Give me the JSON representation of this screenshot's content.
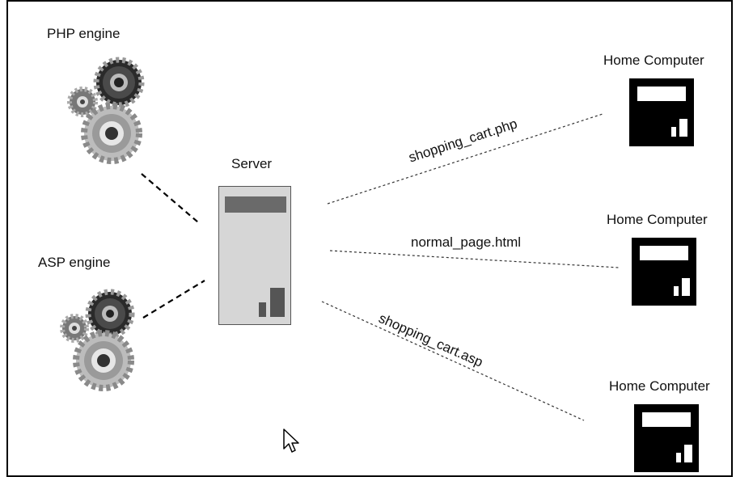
{
  "engines": {
    "php_label": "PHP engine",
    "asp_label": "ASP engine"
  },
  "server": {
    "label": "Server"
  },
  "computers": [
    {
      "label": "Home Computer"
    },
    {
      "label": "Home Computer"
    },
    {
      "label": "Home Computer"
    }
  ],
  "links": {
    "php_file": "shopping_cart.php",
    "html_file": "normal_page.html",
    "asp_file": "shopping_cart.asp"
  },
  "colors": {
    "server_body": "#d6d6d6",
    "server_bar": "#6a6a6a",
    "computer": "#000000"
  },
  "icons": [
    "gear-icon",
    "mouse-cursor-icon",
    "server-icon",
    "computer-icon"
  ]
}
